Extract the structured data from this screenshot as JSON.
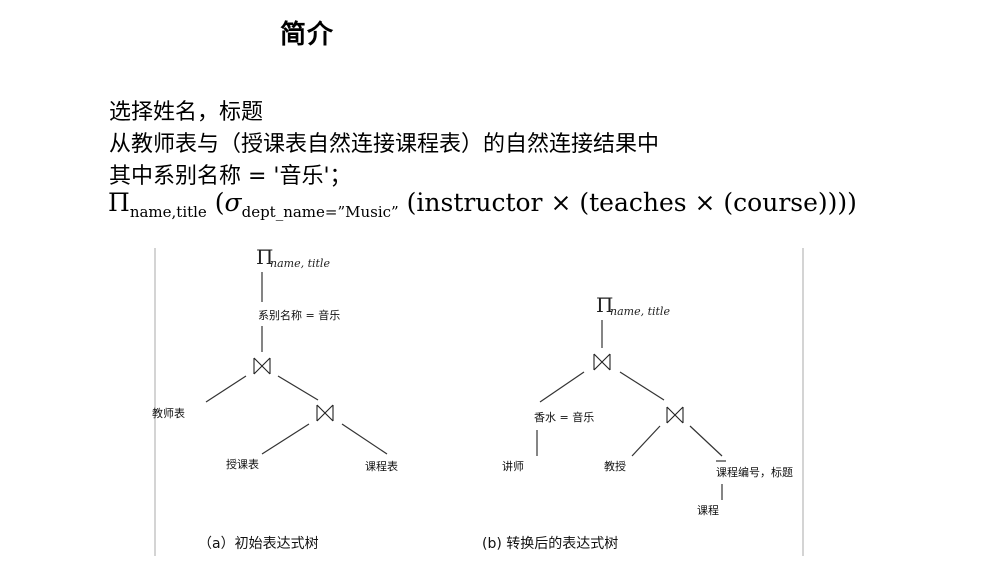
{
  "slide": {
    "title": "简介",
    "text_lines": [
      "选择姓名，标题",
      "从教师表与（授课表自然连接课程表）的自然连接结果中",
      "其中系别名称 = '音乐'；"
    ],
    "formula": {
      "pi": "Π",
      "pi_sub": "name,title",
      "open": " (",
      "sigma": "σ",
      "sigma_sub": "dept_name=”Music”",
      "rest": " (instructor × (teaches × (course))))"
    }
  },
  "tree_a": {
    "pi": "Π",
    "pi_sub": "name, title",
    "select_label": "系别名称 = 音乐",
    "join_symbol": "⋈",
    "leaf_instructor": "教师表",
    "leaf_teaches": "授课表",
    "leaf_course": "课程表",
    "caption": "（a）初始表达式树"
  },
  "tree_b": {
    "pi": "Π",
    "pi_sub": "name, title",
    "join_symbol": "⋈",
    "select_label": "香水 = 音乐",
    "leaf_instructor": "讲师",
    "leaf_teaches": "教授",
    "project_label": "课程编号，标题",
    "leaf_course": "课程",
    "caption": "(b) 转换后的表达式树"
  }
}
